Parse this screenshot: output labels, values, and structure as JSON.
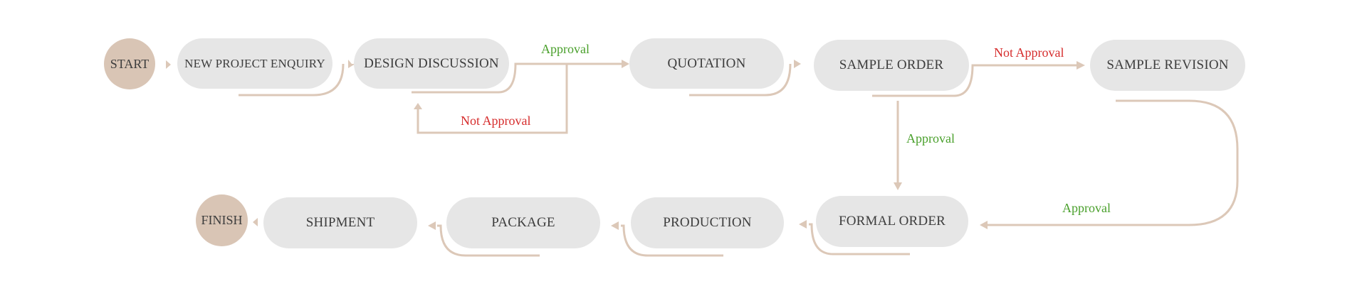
{
  "nodes": {
    "start": "START",
    "enquiry": "NEW PROJECT ENQUIRY",
    "design": "DESIGN DISCUSSION",
    "quotation": "QUOTATION",
    "sample_order": "SAMPLE ORDER",
    "sample_revision": "SAMPLE REVISION",
    "formal_order": "FORMAL ORDER",
    "production": "PRODUCTION",
    "package": "PACKAGE",
    "shipment": "SHIPMENT",
    "finish": "FINISH"
  },
  "labels": {
    "design_approval": "Approval",
    "design_not_approval": "Not Approval",
    "sample_not_approval": "Not Approval",
    "sample_approval": "Approval",
    "revision_approval": "Approval"
  },
  "colors": {
    "connector": "#dcc8b8",
    "approval": "#4aa02c",
    "not_approval": "#d62d2d",
    "pill": "#e6e6e6",
    "terminal": "#d9c5b5"
  }
}
